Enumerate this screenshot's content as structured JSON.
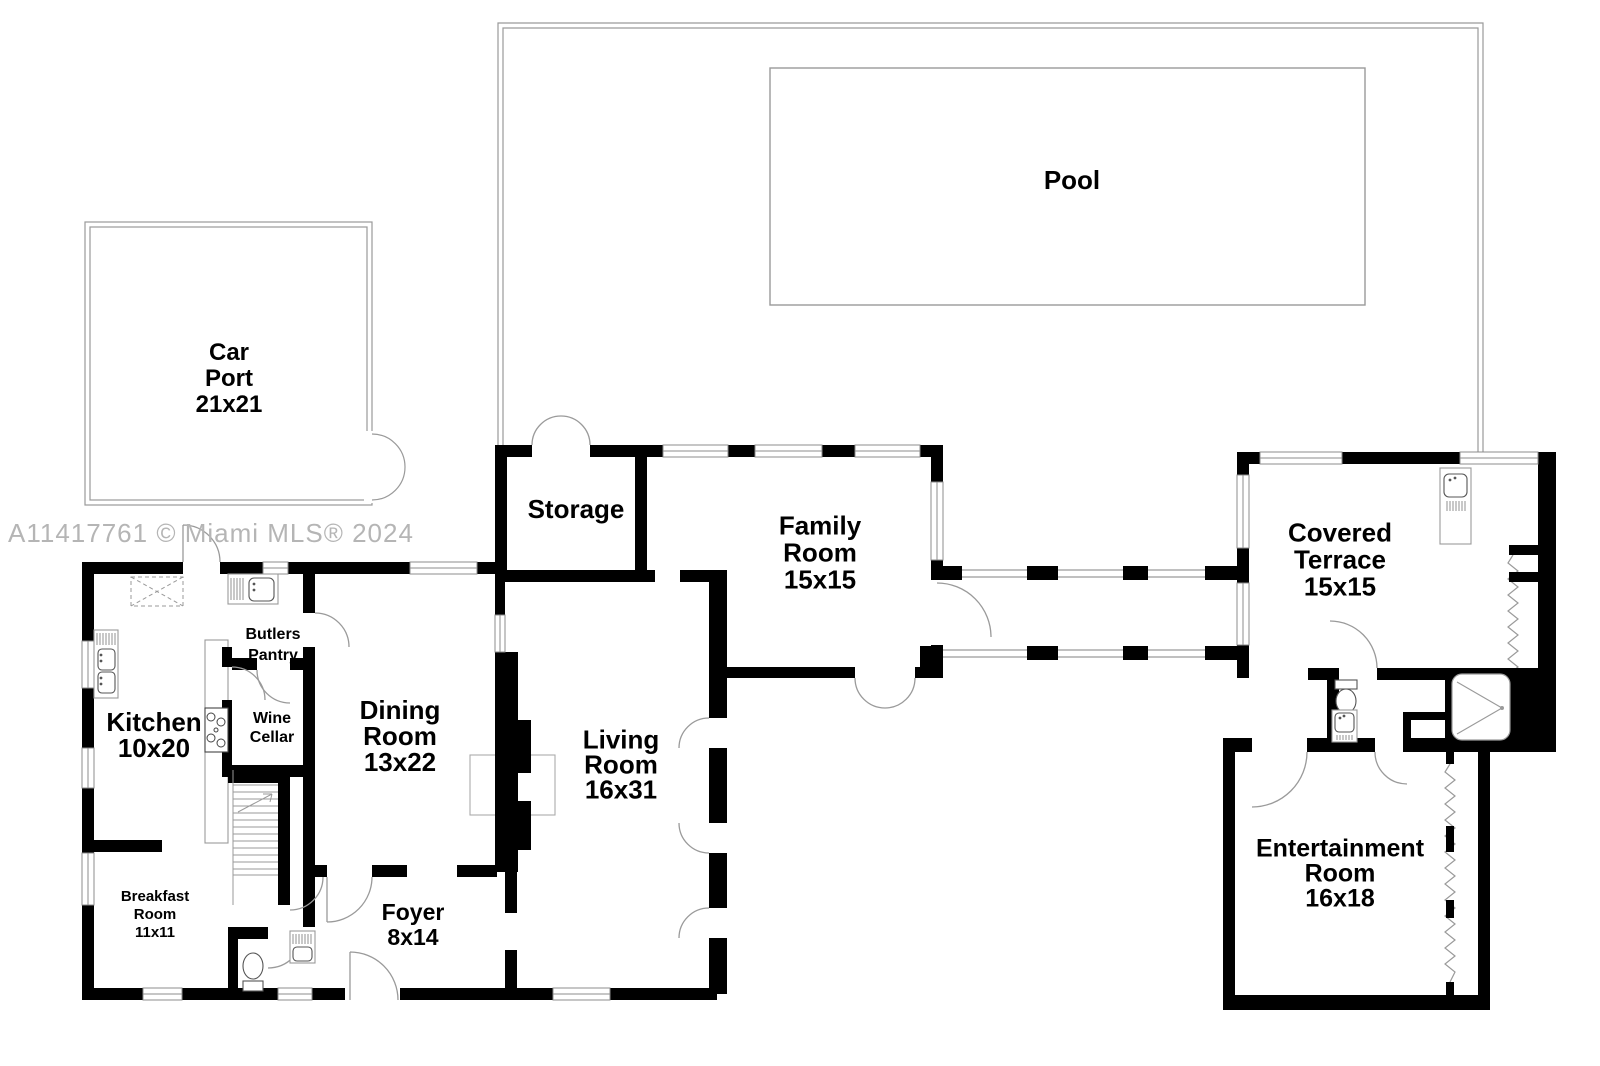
{
  "watermark": "A11417761 © Miami MLS® 2024",
  "rooms": {
    "pool": {
      "lines": [
        "Pool"
      ]
    },
    "car_port": {
      "lines": [
        "Car",
        "Port",
        "21x21"
      ]
    },
    "storage": {
      "lines": [
        "Storage"
      ]
    },
    "family_room": {
      "lines": [
        "Family",
        "Room",
        "15x15"
      ]
    },
    "covered_terrace": {
      "lines": [
        "Covered",
        "Terrace",
        "15x15"
      ]
    },
    "kitchen": {
      "lines": [
        "Kitchen",
        "10x20"
      ]
    },
    "butlers_pantry": {
      "lines": [
        "Butlers",
        "Pantry"
      ]
    },
    "wine_cellar": {
      "lines": [
        "Wine",
        "Cellar"
      ]
    },
    "dining_room": {
      "lines": [
        "Dining",
        "Room",
        "13x22"
      ]
    },
    "living_room": {
      "lines": [
        "Living",
        "Room",
        "16x31"
      ]
    },
    "breakfast_room": {
      "lines": [
        "Breakfast",
        "Room",
        "11x11"
      ]
    },
    "foyer": {
      "lines": [
        "Foyer",
        "8x14"
      ]
    },
    "entertainment_room": {
      "lines": [
        "Entertainment",
        "Room",
        "16x18"
      ]
    }
  },
  "fixture_icons": [
    "kitchen-double-sink-icon",
    "pantry-sink-icon",
    "stove-icon",
    "staircase-icon",
    "fireplace-icon",
    "powder-toilet-icon",
    "powder-sink-icon",
    "bath-toilet-icon",
    "bath-sink-icon",
    "shower-icon",
    "bar-sink-icon"
  ],
  "colors": {
    "wall": "#000000",
    "outline": "#9a9a9a",
    "label": "#000000",
    "watermark": "#b5b5b5",
    "background": "#ffffff"
  }
}
